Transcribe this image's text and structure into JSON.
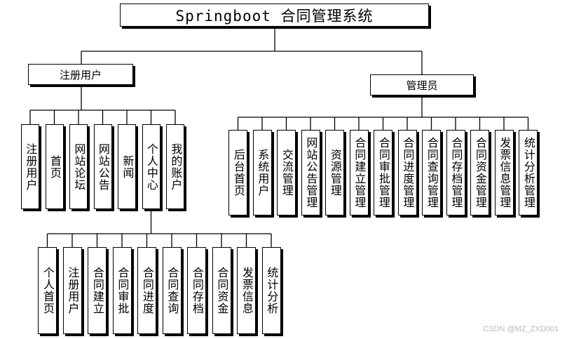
{
  "title": "Springboot 合同管理系统",
  "registered_user": {
    "label": "注册用户",
    "items": [
      "注册用户",
      "首页",
      "网站论坛",
      "网站公告",
      "新闻",
      "个人中心",
      "我的账户"
    ],
    "personal_center_items": [
      "个人首页",
      "注册用户",
      "合同建立",
      "合同审批",
      "合同进度",
      "合同查询",
      "合同存档",
      "合同资金",
      "发票信息",
      "统计分析"
    ]
  },
  "admin": {
    "label": "管理员",
    "items": [
      "后台首页",
      "系统用户",
      "交流管理",
      "网站公告管理",
      "资源管理",
      "合同建立管理",
      "合同审批管理",
      "合同进度管理",
      "合同查询管理",
      "合同存档管理",
      "合同资金管理",
      "发票信息管理",
      "统计分析管理"
    ]
  },
  "watermark": "CSDN @MZ_ZXD001"
}
